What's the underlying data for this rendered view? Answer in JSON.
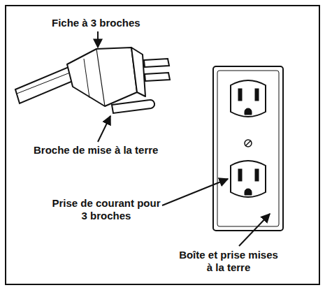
{
  "diagram": {
    "labels": [
      "Fiche à 3 broches",
      "Broche de mise à la terre",
      "Prise de courant pour 3 broches",
      "Boîte et prise mises à la terre"
    ]
  }
}
